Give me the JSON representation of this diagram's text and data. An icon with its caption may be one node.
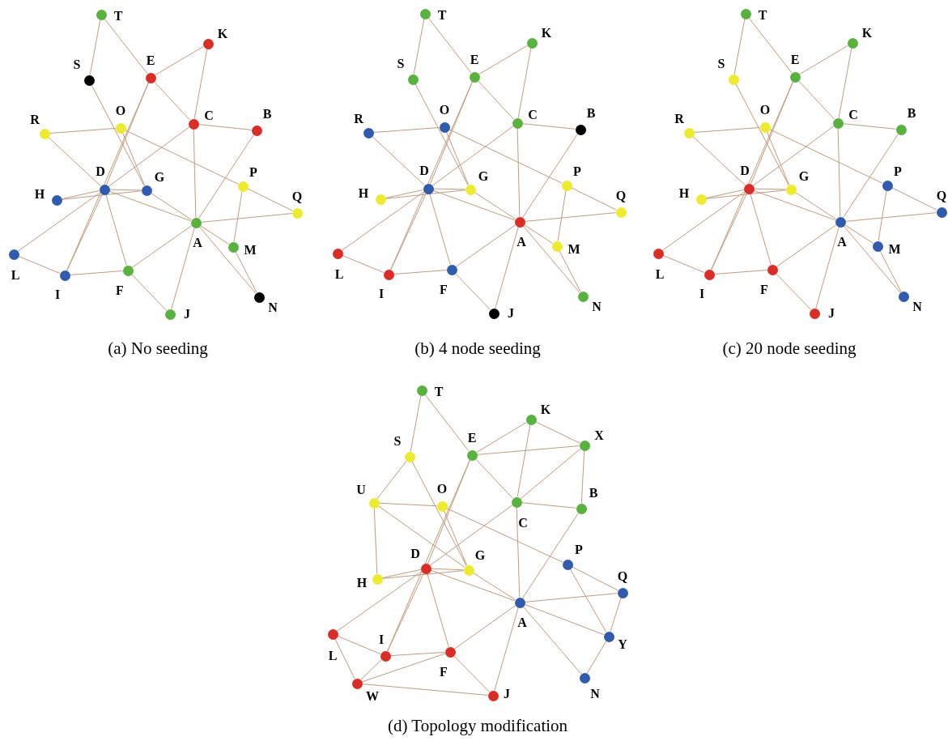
{
  "diagram": {
    "nodes": [
      {
        "text": [],
        "shape": "circle",
        "beside": [
          "T"
        ]
      },
      {
        "text": [],
        "shape": "circle",
        "beside": [
          "K"
        ]
      },
      {
        "text": [],
        "shape": "circle",
        "beside": [
          "S"
        ]
      },
      {
        "text": [],
        "shape": "circle",
        "beside": [
          "E"
        ]
      },
      {
        "text": [],
        "shape": "circle",
        "beside": [
          "C"
        ]
      },
      {
        "text": [],
        "shape": "circle",
        "beside": [
          "O"
        ]
      },
      {
        "text": [],
        "shape": "circle",
        "beside": [
          "R"
        ]
      },
      {
        "text": [],
        "shape": "circle",
        "beside": [
          "B"
        ]
      },
      {
        "text": [],
        "shape": "circle",
        "beside": [
          "D"
        ]
      },
      {
        "text": [],
        "shape": "circle",
        "beside": [
          "G"
        ]
      },
      {
        "text": [],
        "shape": "circle",
        "beside": [
          "H"
        ]
      },
      {
        "text": [],
        "shape": "circle",
        "beside": [
          "P"
        ]
      },
      {
        "text": [],
        "shape": "circle",
        "beside": [
          "Q"
        ]
      },
      {
        "text": [],
        "shape": "circle",
        "beside": [
          "A"
        ]
      },
      {
        "text": [],
        "shape": "circle",
        "beside": [
          "M"
        ]
      },
      {
        "text": [],
        "shape": "circle",
        "beside": [
          "L"
        ]
      },
      {
        "text": [],
        "shape": "circle",
        "beside": [
          "I"
        ]
      },
      {
        "text": [],
        "shape": "circle",
        "beside": [
          "F"
        ]
      },
      {
        "text": [],
        "shape": "circle",
        "beside": [
          "N"
        ]
      },
      {
        "text": [],
        "shape": "circle",
        "beside": [
          "J"
        ]
      },
      {
        "text": [],
        "shape": "circle",
        "beside": [
          "T"
        ]
      },
      {
        "text": [],
        "shape": "circle",
        "beside": [
          "K"
        ]
      },
      {
        "text": [],
        "shape": "circle",
        "beside": [
          "S"
        ]
      },
      {
        "text": [],
        "shape": "circle",
        "beside": [
          "E"
        ]
      },
      {
        "text": [],
        "shape": "circle",
        "beside": [
          "C"
        ]
      },
      {
        "text": [],
        "shape": "circle",
        "beside": [
          "O"
        ]
      },
      {
        "text": [],
        "shape": "circle",
        "beside": [
          "R"
        ]
      },
      {
        "text": [],
        "shape": "circle",
        "beside": [
          "B"
        ]
      },
      {
        "text": [],
        "shape": "circle",
        "beside": [
          "D"
        ]
      },
      {
        "text": [],
        "shape": "circle",
        "beside": [
          "G"
        ]
      },
      {
        "text": [],
        "shape": "circle",
        "beside": [
          "H"
        ]
      },
      {
        "text": [],
        "shape": "circle",
        "beside": [
          "P"
        ]
      },
      {
        "text": [],
        "shape": "circle",
        "beside": [
          "Q"
        ]
      },
      {
        "text": [],
        "shape": "circle",
        "beside": [
          "A"
        ]
      },
      {
        "text": [],
        "shape": "circle",
        "beside": [
          "M"
        ]
      },
      {
        "text": [],
        "shape": "circle",
        "beside": [
          "L"
        ]
      },
      {
        "text": [],
        "shape": "circle",
        "beside": [
          "I"
        ]
      },
      {
        "text": [],
        "shape": "circle",
        "beside": [
          "F"
        ]
      },
      {
        "text": [],
        "shape": "circle",
        "beside": [
          "N"
        ]
      },
      {
        "text": [],
        "shape": "circle",
        "beside": [
          "J"
        ]
      },
      {
        "text": [],
        "shape": "circle",
        "beside": [
          "T"
        ]
      },
      {
        "text": [],
        "shape": "circle",
        "beside": [
          "K"
        ]
      },
      {
        "text": [],
        "shape": "circle",
        "beside": [
          "S"
        ]
      },
      {
        "text": [],
        "shape": "circle",
        "beside": [
          "E"
        ]
      },
      {
        "text": [],
        "shape": "circle",
        "beside": [
          "C"
        ]
      },
      {
        "text": [],
        "shape": "circle",
        "beside": [
          "O"
        ]
      },
      {
        "text": [],
        "shape": "circle",
        "beside": [
          "R"
        ]
      },
      {
        "text": [],
        "shape": "circle",
        "beside": [
          "B"
        ]
      },
      {
        "text": [],
        "shape": "circle",
        "beside": [
          "D"
        ]
      },
      {
        "text": [],
        "shape": "circle",
        "beside": [
          "G"
        ]
      },
      {
        "text": [],
        "shape": "circle",
        "beside": [
          "H"
        ]
      },
      {
        "text": [],
        "shape": "circle",
        "beside": [
          "P"
        ]
      },
      {
        "text": [],
        "shape": "circle",
        "beside": [
          "Q"
        ]
      },
      {
        "text": [],
        "shape": "circle",
        "beside": [
          "A"
        ]
      },
      {
        "text": [],
        "shape": "circle",
        "beside": [
          "M"
        ]
      },
      {
        "text": [],
        "shape": "circle",
        "beside": [
          "L"
        ]
      },
      {
        "text": [],
        "shape": "circle",
        "beside": [
          "I"
        ]
      },
      {
        "text": [],
        "shape": "circle",
        "beside": [
          "F"
        ]
      },
      {
        "text": [],
        "shape": "circle",
        "beside": [
          "N"
        ]
      },
      {
        "text": [],
        "shape": "circle",
        "beside": [
          "J"
        ]
      },
      {
        "text": [],
        "shape": "circle",
        "beside": [
          "T"
        ]
      },
      {
        "text": [],
        "shape": "circle",
        "beside": [
          "K"
        ]
      },
      {
        "text": [],
        "shape": "circle",
        "beside": [
          "X"
        ]
      },
      {
        "text": [],
        "shape": "circle",
        "beside": [
          "S"
        ]
      },
      {
        "text": [],
        "shape": "circle",
        "beside": [
          "E"
        ]
      },
      {
        "text": [],
        "shape": "circle",
        "beside": [
          "C"
        ]
      },
      {
        "text": [],
        "shape": "circle",
        "beside": [
          "U"
        ]
      },
      {
        "text": [],
        "shape": "circle",
        "beside": [
          "O"
        ]
      },
      {
        "text": [],
        "shape": "circle",
        "beside": [
          "B"
        ]
      },
      {
        "text": [],
        "shape": "circle",
        "beside": [
          "P"
        ]
      },
      {
        "text": [],
        "shape": "circle",
        "beside": [
          "D"
        ]
      },
      {
        "text": [],
        "shape": "circle",
        "beside": [
          "G"
        ]
      },
      {
        "text": [],
        "shape": "circle",
        "beside": [
          "H"
        ]
      },
      {
        "text": [],
        "shape": "circle",
        "beside": [
          "Q"
        ]
      },
      {
        "text": [],
        "shape": "circle",
        "beside": [
          "A"
        ]
      },
      {
        "text": [],
        "shape": "circle",
        "beside": [
          "Y"
        ]
      },
      {
        "text": [],
        "shape": "circle",
        "beside": [
          "L"
        ]
      },
      {
        "text": [],
        "shape": "circle",
        "beside": [
          "I"
        ]
      },
      {
        "text": [],
        "shape": "circle",
        "beside": [
          "F"
        ]
      },
      {
        "text": [],
        "shape": "circle",
        "beside": [
          "N"
        ]
      },
      {
        "text": [],
        "shape": "circle",
        "beside": [
          "W"
        ]
      },
      {
        "text": [],
        "shape": "circle",
        "beside": [
          "J"
        ]
      }
    ],
    "edges": [
      {
        "from": 0,
        "to": 2,
        "arrow": "none"
      },
      {
        "from": 0,
        "to": 3,
        "arrow": "none"
      },
      {
        "from": 3,
        "to": 1,
        "arrow": "none"
      },
      {
        "from": 1,
        "to": 4,
        "arrow": "none"
      },
      {
        "from": 3,
        "to": 4,
        "arrow": "none"
      },
      {
        "from": 3,
        "to": 8,
        "arrow": "none"
      },
      {
        "from": 3,
        "to": 16,
        "arrow": "none"
      },
      {
        "from": 2,
        "to": 9,
        "arrow": "none"
      },
      {
        "from": 5,
        "to": 9,
        "arrow": "none"
      },
      {
        "from": 6,
        "to": 5,
        "arrow": "none"
      },
      {
        "from": 6,
        "to": 8,
        "arrow": "none"
      },
      {
        "from": 5,
        "to": 11,
        "arrow": "none"
      },
      {
        "from": 4,
        "to": 7,
        "arrow": "none"
      },
      {
        "from": 4,
        "to": 8,
        "arrow": "none"
      },
      {
        "from": 4,
        "to": 13,
        "arrow": "none"
      },
      {
        "from": 7,
        "to": 13,
        "arrow": "none"
      },
      {
        "from": 8,
        "to": 10,
        "arrow": "none"
      },
      {
        "from": 8,
        "to": 9,
        "arrow": "none"
      },
      {
        "from": 10,
        "to": 9,
        "arrow": "none"
      },
      {
        "from": 8,
        "to": 13,
        "arrow": "none"
      },
      {
        "from": 9,
        "to": 13,
        "arrow": "none"
      },
      {
        "from": 8,
        "to": 15,
        "arrow": "none"
      },
      {
        "from": 8,
        "to": 16,
        "arrow": "none"
      },
      {
        "from": 8,
        "to": 17,
        "arrow": "none"
      },
      {
        "from": 15,
        "to": 16,
        "arrow": "none"
      },
      {
        "from": 16,
        "to": 17,
        "arrow": "none"
      },
      {
        "from": 17,
        "to": 13,
        "arrow": "none"
      },
      {
        "from": 17,
        "to": 19,
        "arrow": "none"
      },
      {
        "from": 13,
        "to": 19,
        "arrow": "none"
      },
      {
        "from": 13,
        "to": 12,
        "arrow": "none"
      },
      {
        "from": 11,
        "to": 12,
        "arrow": "none"
      },
      {
        "from": 11,
        "to": 14,
        "arrow": "none"
      },
      {
        "from": 13,
        "to": 14,
        "arrow": "none"
      },
      {
        "from": 13,
        "to": 18,
        "arrow": "none"
      },
      {
        "from": 14,
        "to": 18,
        "arrow": "none"
      },
      {
        "from": 20,
        "to": 22,
        "arrow": "none"
      },
      {
        "from": 20,
        "to": 23,
        "arrow": "none"
      },
      {
        "from": 23,
        "to": 21,
        "arrow": "none"
      },
      {
        "from": 21,
        "to": 24,
        "arrow": "none"
      },
      {
        "from": 23,
        "to": 24,
        "arrow": "none"
      },
      {
        "from": 23,
        "to": 28,
        "arrow": "none"
      },
      {
        "from": 23,
        "to": 36,
        "arrow": "none"
      },
      {
        "from": 22,
        "to": 29,
        "arrow": "none"
      },
      {
        "from": 25,
        "to": 29,
        "arrow": "none"
      },
      {
        "from": 26,
        "to": 25,
        "arrow": "none"
      },
      {
        "from": 26,
        "to": 28,
        "arrow": "none"
      },
      {
        "from": 25,
        "to": 31,
        "arrow": "none"
      },
      {
        "from": 24,
        "to": 27,
        "arrow": "none"
      },
      {
        "from": 24,
        "to": 28,
        "arrow": "none"
      },
      {
        "from": 24,
        "to": 33,
        "arrow": "none"
      },
      {
        "from": 27,
        "to": 33,
        "arrow": "none"
      },
      {
        "from": 28,
        "to": 30,
        "arrow": "none"
      },
      {
        "from": 28,
        "to": 29,
        "arrow": "none"
      },
      {
        "from": 30,
        "to": 29,
        "arrow": "none"
      },
      {
        "from": 28,
        "to": 33,
        "arrow": "none"
      },
      {
        "from": 29,
        "to": 33,
        "arrow": "none"
      },
      {
        "from": 28,
        "to": 35,
        "arrow": "none"
      },
      {
        "from": 28,
        "to": 36,
        "arrow": "none"
      },
      {
        "from": 28,
        "to": 37,
        "arrow": "none"
      },
      {
        "from": 35,
        "to": 36,
        "arrow": "none"
      },
      {
        "from": 36,
        "to": 37,
        "arrow": "none"
      },
      {
        "from": 37,
        "to": 33,
        "arrow": "none"
      },
      {
        "from": 37,
        "to": 39,
        "arrow": "none"
      },
      {
        "from": 33,
        "to": 39,
        "arrow": "none"
      },
      {
        "from": 33,
        "to": 32,
        "arrow": "none"
      },
      {
        "from": 31,
        "to": 32,
        "arrow": "none"
      },
      {
        "from": 31,
        "to": 34,
        "arrow": "none"
      },
      {
        "from": 33,
        "to": 34,
        "arrow": "none"
      },
      {
        "from": 33,
        "to": 38,
        "arrow": "none"
      },
      {
        "from": 34,
        "to": 38,
        "arrow": "none"
      },
      {
        "from": 40,
        "to": 42,
        "arrow": "none"
      },
      {
        "from": 40,
        "to": 43,
        "arrow": "none"
      },
      {
        "from": 43,
        "to": 41,
        "arrow": "none"
      },
      {
        "from": 41,
        "to": 44,
        "arrow": "none"
      },
      {
        "from": 43,
        "to": 44,
        "arrow": "none"
      },
      {
        "from": 43,
        "to": 48,
        "arrow": "none"
      },
      {
        "from": 43,
        "to": 56,
        "arrow": "none"
      },
      {
        "from": 42,
        "to": 49,
        "arrow": "none"
      },
      {
        "from": 45,
        "to": 49,
        "arrow": "none"
      },
      {
        "from": 46,
        "to": 45,
        "arrow": "none"
      },
      {
        "from": 46,
        "to": 48,
        "arrow": "none"
      },
      {
        "from": 45,
        "to": 51,
        "arrow": "none"
      },
      {
        "from": 44,
        "to": 47,
        "arrow": "none"
      },
      {
        "from": 44,
        "to": 48,
        "arrow": "none"
      },
      {
        "from": 44,
        "to": 53,
        "arrow": "none"
      },
      {
        "from": 47,
        "to": 53,
        "arrow": "none"
      },
      {
        "from": 48,
        "to": 50,
        "arrow": "none"
      },
      {
        "from": 48,
        "to": 49,
        "arrow": "none"
      },
      {
        "from": 50,
        "to": 49,
        "arrow": "none"
      },
      {
        "from": 48,
        "to": 53,
        "arrow": "none"
      },
      {
        "from": 49,
        "to": 53,
        "arrow": "none"
      },
      {
        "from": 48,
        "to": 55,
        "arrow": "none"
      },
      {
        "from": 48,
        "to": 56,
        "arrow": "none"
      },
      {
        "from": 48,
        "to": 57,
        "arrow": "none"
      },
      {
        "from": 55,
        "to": 56,
        "arrow": "none"
      },
      {
        "from": 56,
        "to": 57,
        "arrow": "none"
      },
      {
        "from": 57,
        "to": 53,
        "arrow": "none"
      },
      {
        "from": 57,
        "to": 59,
        "arrow": "none"
      },
      {
        "from": 53,
        "to": 59,
        "arrow": "none"
      },
      {
        "from": 53,
        "to": 52,
        "arrow": "none"
      },
      {
        "from": 51,
        "to": 52,
        "arrow": "none"
      },
      {
        "from": 51,
        "to": 54,
        "arrow": "none"
      },
      {
        "from": 53,
        "to": 54,
        "arrow": "none"
      },
      {
        "from": 53,
        "to": 58,
        "arrow": "none"
      },
      {
        "from": 54,
        "to": 58,
        "arrow": "none"
      },
      {
        "from": 60,
        "to": 63,
        "arrow": "none"
      },
      {
        "from": 60,
        "to": 64,
        "arrow": "none"
      },
      {
        "from": 64,
        "to": 61,
        "arrow": "none"
      },
      {
        "from": 64,
        "to": 62,
        "arrow": "none"
      },
      {
        "from": 61,
        "to": 62,
        "arrow": "none"
      },
      {
        "from": 61,
        "to": 65,
        "arrow": "none"
      },
      {
        "from": 62,
        "to": 65,
        "arrow": "none"
      },
      {
        "from": 62,
        "to": 68,
        "arrow": "none"
      },
      {
        "from": 64,
        "to": 65,
        "arrow": "none"
      },
      {
        "from": 65,
        "to": 68,
        "arrow": "none"
      },
      {
        "from": 65,
        "to": 70,
        "arrow": "none"
      },
      {
        "from": 65,
        "to": 74,
        "arrow": "none"
      },
      {
        "from": 68,
        "to": 74,
        "arrow": "none"
      },
      {
        "from": 63,
        "to": 66,
        "arrow": "none"
      },
      {
        "from": 63,
        "to": 71,
        "arrow": "none"
      },
      {
        "from": 67,
        "to": 71,
        "arrow": "none"
      },
      {
        "from": 66,
        "to": 67,
        "arrow": "none"
      },
      {
        "from": 66,
        "to": 72,
        "arrow": "none"
      },
      {
        "from": 66,
        "to": 71,
        "arrow": "none"
      },
      {
        "from": 67,
        "to": 69,
        "arrow": "none"
      },
      {
        "from": 64,
        "to": 70,
        "arrow": "none"
      },
      {
        "from": 64,
        "to": 77,
        "arrow": "none"
      },
      {
        "from": 70,
        "to": 72,
        "arrow": "none"
      },
      {
        "from": 70,
        "to": 71,
        "arrow": "none"
      },
      {
        "from": 72,
        "to": 71,
        "arrow": "none"
      },
      {
        "from": 70,
        "to": 74,
        "arrow": "none"
      },
      {
        "from": 71,
        "to": 74,
        "arrow": "none"
      },
      {
        "from": 70,
        "to": 76,
        "arrow": "none"
      },
      {
        "from": 70,
        "to": 77,
        "arrow": "none"
      },
      {
        "from": 70,
        "to": 78,
        "arrow": "none"
      },
      {
        "from": 69,
        "to": 73,
        "arrow": "none"
      },
      {
        "from": 69,
        "to": 75,
        "arrow": "none"
      },
      {
        "from": 74,
        "to": 73,
        "arrow": "none"
      },
      {
        "from": 74,
        "to": 75,
        "arrow": "none"
      },
      {
        "from": 74,
        "to": 79,
        "arrow": "none"
      },
      {
        "from": 73,
        "to": 75,
        "arrow": "none"
      },
      {
        "from": 75,
        "to": 79,
        "arrow": "none"
      },
      {
        "from": 76,
        "to": 77,
        "arrow": "none"
      },
      {
        "from": 76,
        "to": 80,
        "arrow": "none"
      },
      {
        "from": 77,
        "to": 80,
        "arrow": "none"
      },
      {
        "from": 77,
        "to": 78,
        "arrow": "none"
      },
      {
        "from": 80,
        "to": 78,
        "arrow": "none"
      },
      {
        "from": 80,
        "to": 81,
        "arrow": "none"
      },
      {
        "from": 78,
        "to": 81,
        "arrow": "none"
      },
      {
        "from": 78,
        "to": 74,
        "arrow": "none"
      },
      {
        "from": 74,
        "to": 81,
        "arrow": "none"
      }
    ],
    "labels": [
      "(a) No seeding",
      "(b) 4 node seeding",
      "(c) 20 node seeding",
      "(d) Topology modification"
    ]
  }
}
